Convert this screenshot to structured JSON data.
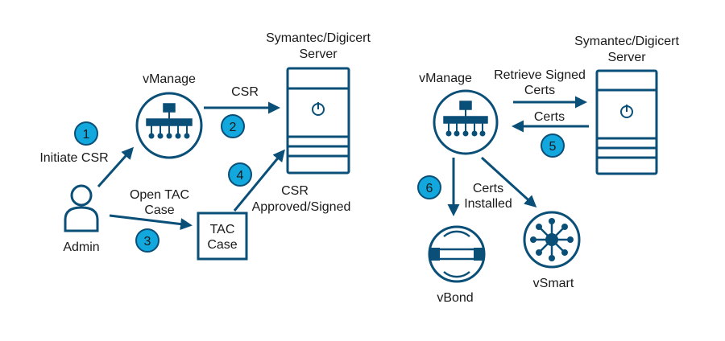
{
  "colors": {
    "stroke": "#0a4f78",
    "badge_fill": "#12a7dd",
    "badge_stroke": "#0a4f78",
    "text": "#1a1a1a",
    "background": "#ffffff"
  },
  "left": {
    "server_label_line1": "Symantec/Digicert",
    "server_label_line2": "Server",
    "vmanage_label": "vManage",
    "csr_label": "CSR",
    "initiate_label": "Initiate CSR",
    "open_tac_line1": "Open TAC",
    "open_tac_line2": "Case",
    "admin_label": "Admin",
    "tac_line1": "TAC",
    "tac_line2": "Case",
    "approved_line1": "CSR",
    "approved_line2": "Approved/Signed",
    "steps": [
      "1",
      "2",
      "3",
      "4"
    ]
  },
  "right": {
    "server_label_line1": "Symantec/Digicert",
    "server_label_line2": "Server",
    "vmanage_label": "vManage",
    "retrieve_line1": "Retrieve Signed",
    "retrieve_line2": "Certs",
    "certs_label": "Certs",
    "installed_line1": "Certs",
    "installed_line2": "Installed",
    "vbond_label": "vBond",
    "vsmart_label": "vSmart",
    "steps": [
      "5",
      "6"
    ]
  },
  "icons": {
    "vmanage": "vmanage-hierarchy-icon",
    "server": "server-power-icon",
    "admin": "person-icon",
    "vbond": "vbond-icon",
    "vsmart": "vsmart-hub-icon"
  }
}
